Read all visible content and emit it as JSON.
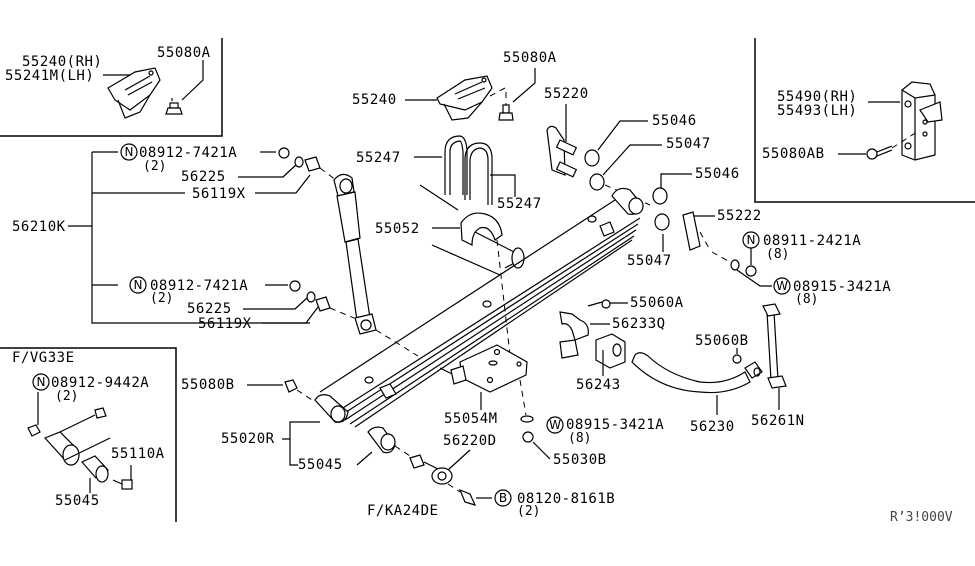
{
  "diagram": {
    "title": "Rear Suspension Parts Diagram",
    "watermark": "R’3!000V",
    "insets": {
      "top_left": {
        "labels": [
          "55240(RH)",
          "55241M(LH)",
          "55080A"
        ]
      },
      "top_right": {
        "labels": [
          "55490(RH)",
          "55493(LH)",
          "55080AB"
        ]
      },
      "bottom_left": {
        "title": "F/VG33E",
        "nut_symbol": "N",
        "nut_part": "08912-9442A",
        "nut_qty": "(2)",
        "labels": [
          "55110A",
          "55045"
        ]
      }
    },
    "labels": {
      "p55080A": "55080A",
      "p55240": "55240",
      "p55220": "55220",
      "p55046a": "55046",
      "p55047a": "55047",
      "p55046b": "55046",
      "p55247a": "55247",
      "p55247b": "55247",
      "p55052": "55052",
      "p55222": "55222",
      "p55047b": "55047",
      "p56210K": "56210K",
      "p56225a": "56225",
      "p56119Xa": "56119X",
      "p56225b": "56225",
      "p56119Xb": "56119X",
      "p55060A": "55060A",
      "p56233Q": "56233Q",
      "p56243": "56243",
      "p55060B": "55060B",
      "p56261N": "56261N",
      "p56230": "56230",
      "p55080B": "55080B",
      "p55020R": "55020R",
      "p55045": "55045",
      "p55054M": "55054M",
      "p56220D": "56220D",
      "p55030B": "55030B",
      "variant_ka24de": "F/KA24DE"
    },
    "callouts": [
      {
        "symbol": "N",
        "part": "08912-7421A",
        "qty": "(2)"
      },
      {
        "symbol": "N",
        "part": "08912-7421A",
        "qty": "(2)"
      },
      {
        "symbol": "N",
        "part": "08911-2421A",
        "qty": "(8)"
      },
      {
        "symbol": "W",
        "part": "08915-3421A",
        "qty": "(8)"
      },
      {
        "symbol": "W",
        "part": "08915-3421A",
        "qty": "(8)"
      },
      {
        "symbol": "B",
        "part": "08120-8161B",
        "qty": "(2)"
      }
    ]
  }
}
